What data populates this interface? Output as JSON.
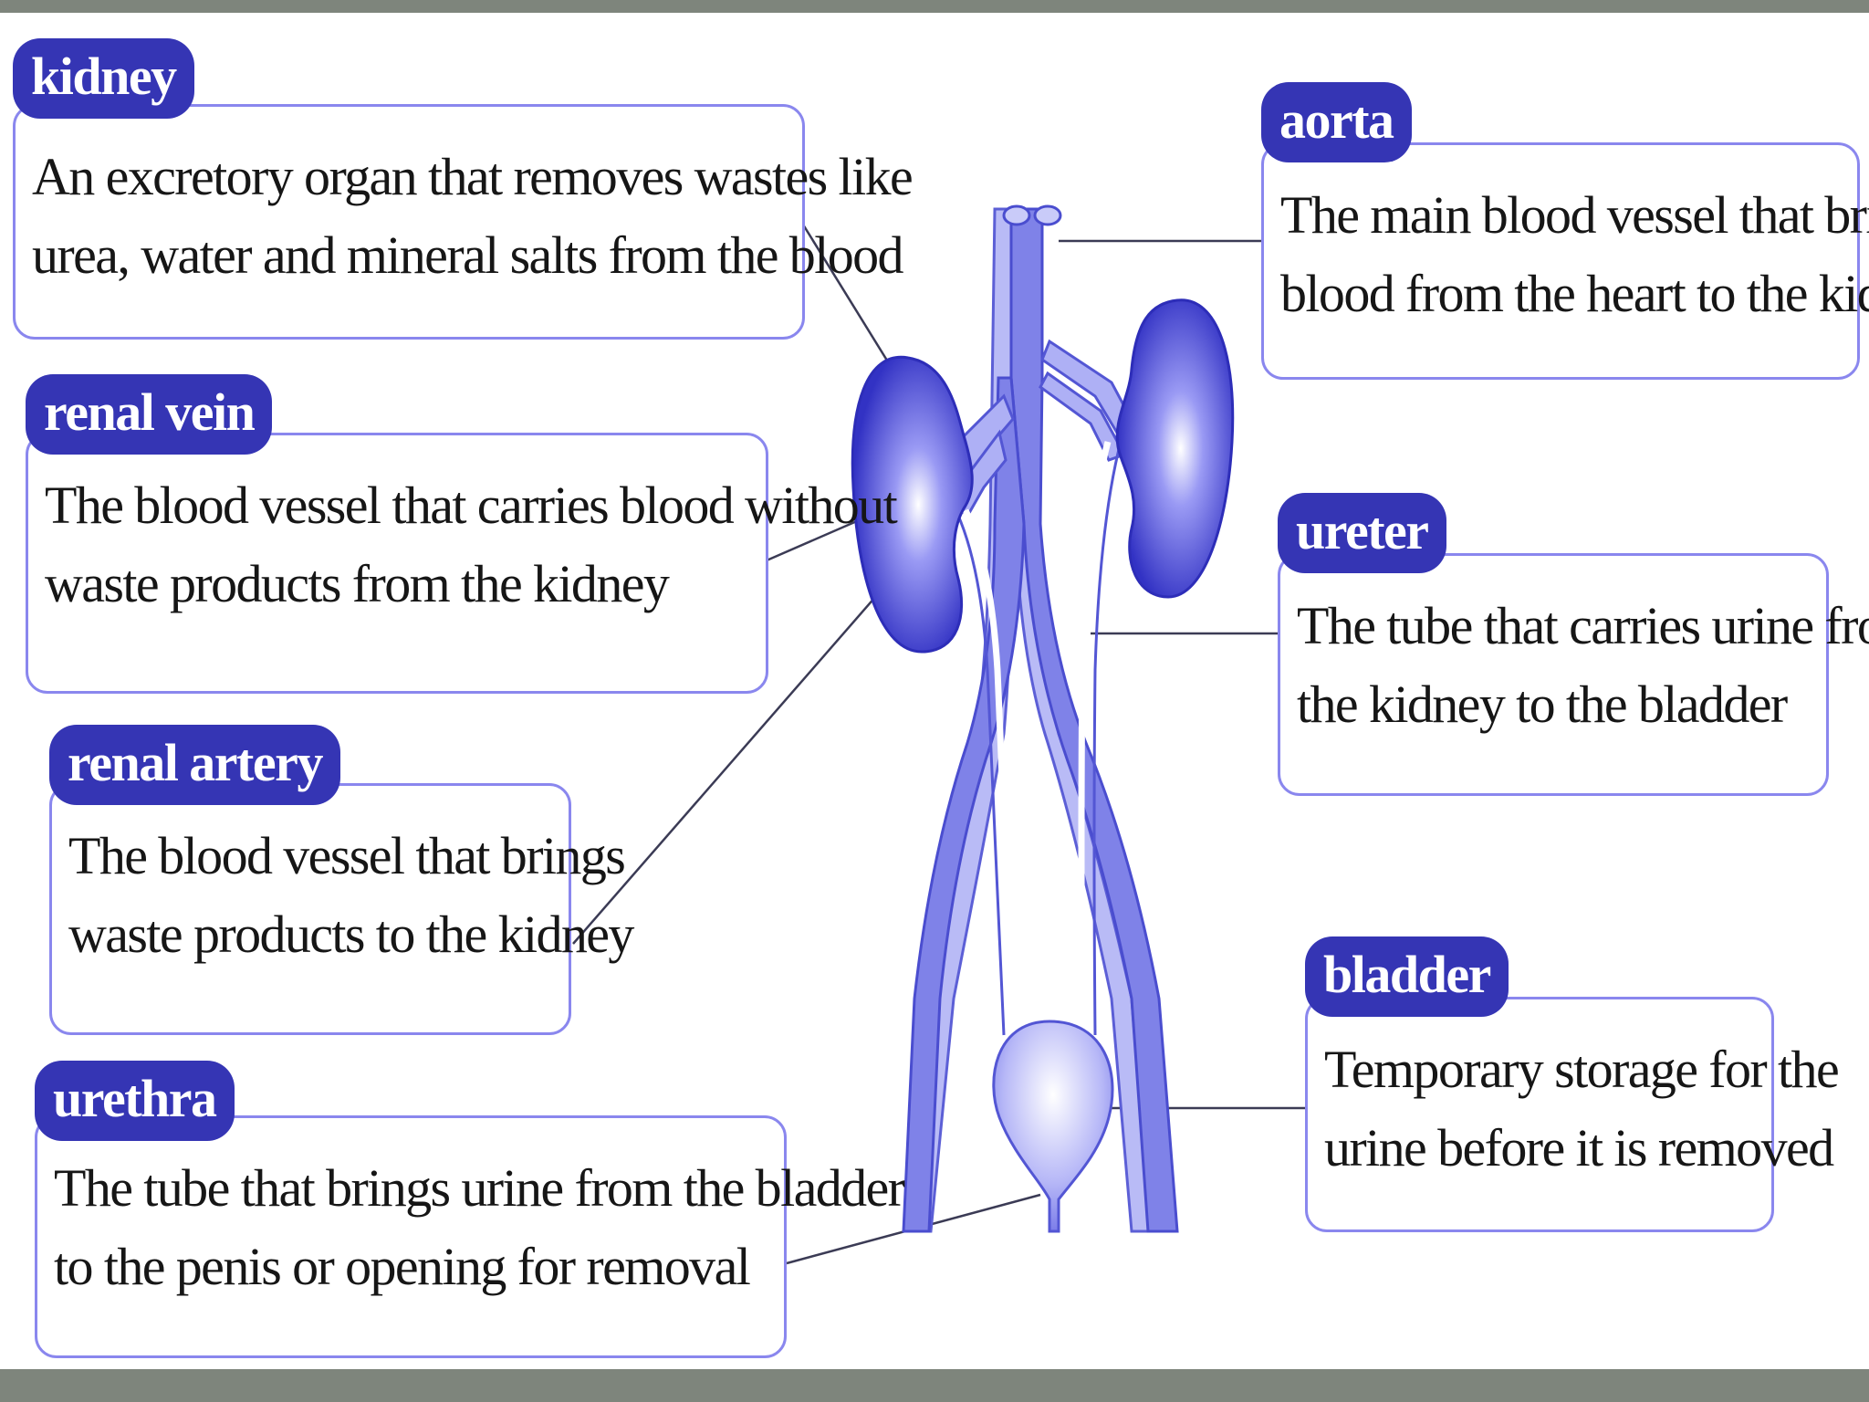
{
  "colors": {
    "frame": "#7e857c",
    "tag_fill": "#3535b4",
    "box_border": "#8a87ee",
    "organ_dark": "#3a3ac8",
    "organ_mid": "#6f6ff0",
    "vessel": "#7f82e8",
    "vessel_light": "#b9bbf6",
    "leader_line": "#3b3b55"
  },
  "callouts": {
    "kidney": {
      "label": "kidney",
      "lines": [
        "An excretory organ that removes wastes like",
        "urea, water and mineral salts from the blood"
      ]
    },
    "renal_vein": {
      "label": "renal vein",
      "lines": [
        "The blood vessel that carries blood without",
        "waste products from the kidney"
      ]
    },
    "renal_artery": {
      "label": "renal artery",
      "lines": [
        "The blood vessel that brings",
        "waste products to the kidney"
      ]
    },
    "urethra": {
      "label": "urethra",
      "lines": [
        "The tube that brings urine from the bladder",
        "to the penis or opening for removal"
      ]
    },
    "aorta": {
      "label": "aorta",
      "lines": [
        "The main blood vessel that brings",
        "blood from the heart to the kidney"
      ]
    },
    "ureter": {
      "label": "ureter",
      "lines": [
        "The tube that carries urine from",
        "the kidney to the bladder"
      ]
    },
    "bladder": {
      "label": "bladder",
      "lines": [
        "Temporary storage for the",
        "urine before it is removed"
      ]
    }
  },
  "diagram_icon": "urinary-system-illustration"
}
